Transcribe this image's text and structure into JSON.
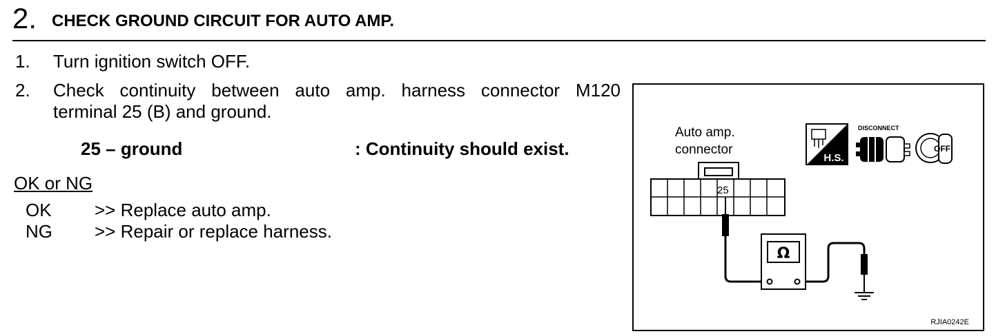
{
  "header": {
    "step_number": "2.",
    "title": "CHECK GROUND CIRCUIT FOR AUTO AMP."
  },
  "steps": [
    {
      "number": "1.",
      "text": "Turn ignition switch OFF."
    },
    {
      "number": "2.",
      "line1": "Check continuity between auto amp. harness connector M120",
      "line2": "terminal 25 (B) and ground."
    }
  ],
  "spec": {
    "label": "25 – ground",
    "value": ": Continuity should exist."
  },
  "result": {
    "heading": "OK or NG",
    "ok_key": "OK",
    "ok_action": ">> Replace auto amp.",
    "ng_key": "NG",
    "ng_action": ">> Repair or replace harness."
  },
  "figure": {
    "connector_label_line1": "Auto amp.",
    "connector_label_line2": "connector",
    "terminal_label": "25",
    "hs_label": "H.S.",
    "disconnect_label": "DISCONNECT",
    "off_label": "OFF",
    "ohm_symbol": "Ω",
    "figure_code": "RJIA0242E"
  },
  "colors": {
    "ink": "#000000",
    "paper": "#ffffff"
  }
}
